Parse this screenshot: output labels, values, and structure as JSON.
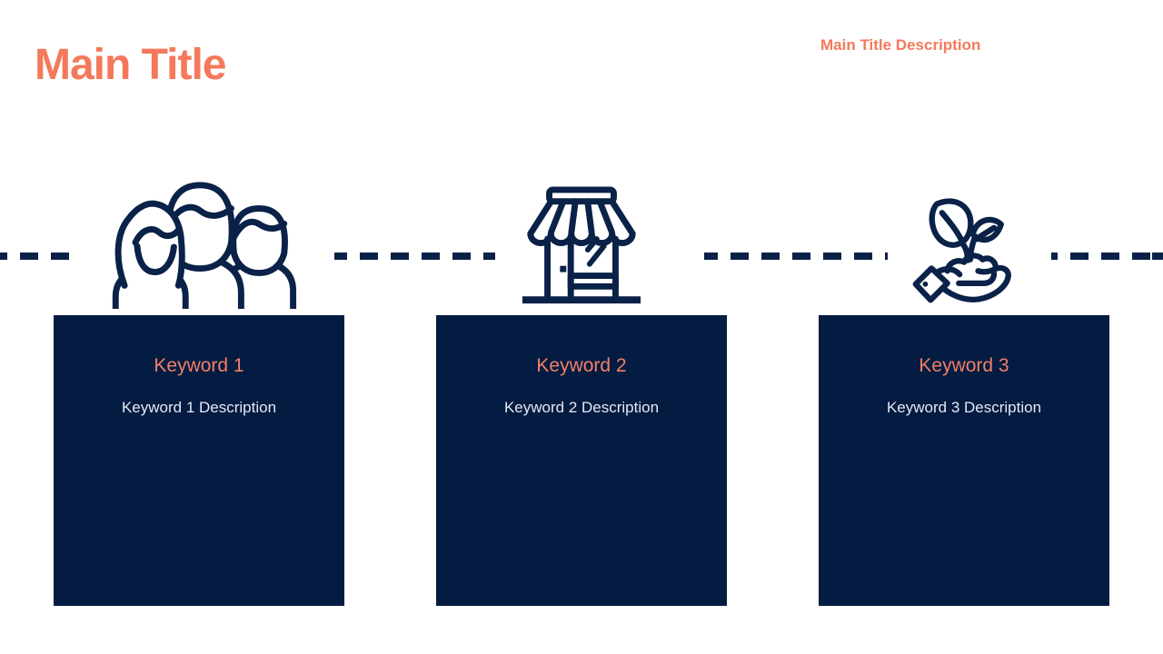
{
  "slide": {
    "title": "Main Title",
    "title_description": "Main Title Description"
  },
  "colors": {
    "accent_coral": "#F4795C",
    "card_keyword_coral": "#F08066",
    "navy_dark": "#041B42",
    "icon_navy": "#0A2148",
    "card_description_text": "#E4E9F3",
    "background": "#FFFFFF"
  },
  "connector": {
    "style": "dashed-line"
  },
  "cards": [
    {
      "icon": "people-group-icon",
      "keyword": "Keyword 1",
      "description": "Keyword 1 Description"
    },
    {
      "icon": "storefront-icon",
      "keyword": "Keyword 2",
      "description": "Keyword 2 Description"
    },
    {
      "icon": "hand-plant-icon",
      "keyword": "Keyword 3",
      "description": "Keyword 3 Description"
    }
  ]
}
